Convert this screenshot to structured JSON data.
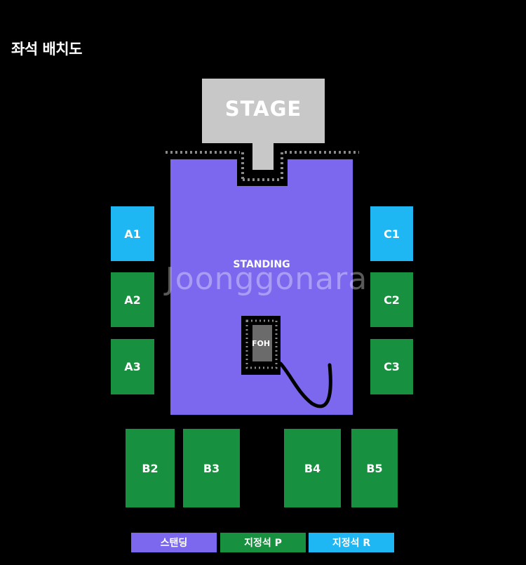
{
  "title": "좌석 배치도",
  "stage_label": "STAGE",
  "standing_label": "STANDING",
  "foh_label": "FOH",
  "watermark": "Joonggonara",
  "sections": {
    "A1": "A1",
    "A2": "A2",
    "A3": "A3",
    "C1": "C1",
    "C2": "C2",
    "C3": "C3",
    "B2": "B2",
    "B3": "B3",
    "B4": "B4",
    "B5": "B5"
  },
  "legend": {
    "standing": "스탠딩",
    "p": "지정석 P",
    "r": "지정석 R"
  },
  "colors": {
    "standing": "#7b68ee",
    "seat_p": "#17913f",
    "seat_r": "#1fb6f4",
    "stage": "#c8c8c8",
    "foh": "#6b6b6b"
  }
}
